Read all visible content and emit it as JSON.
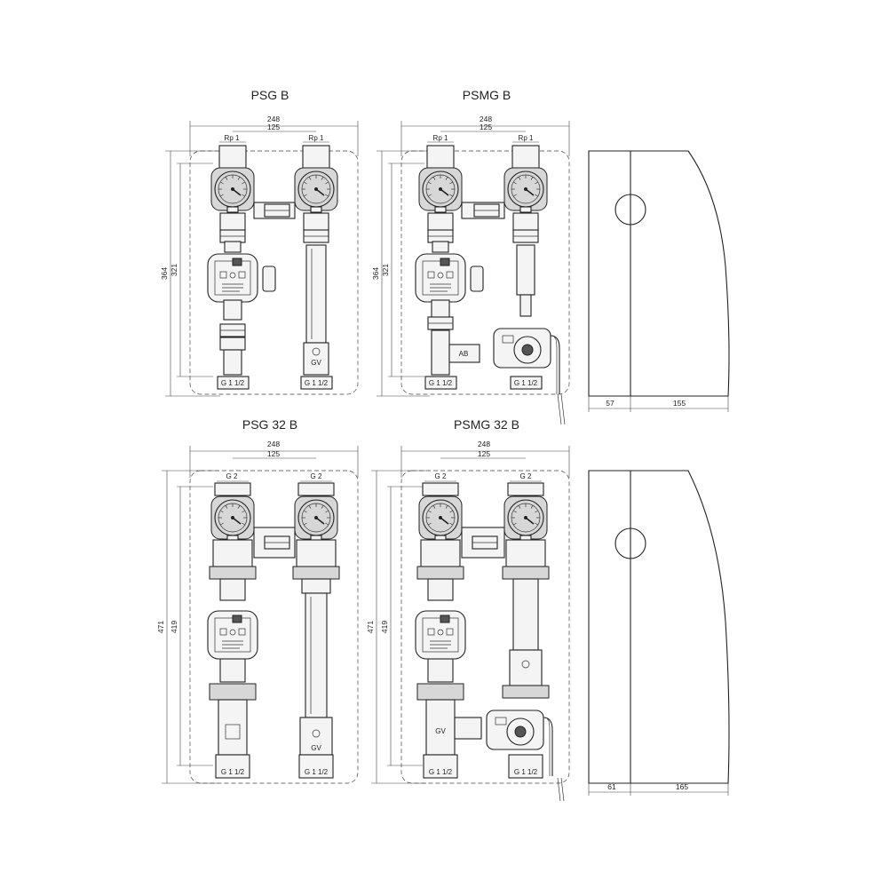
{
  "panels": [
    {
      "title": "PSG B",
      "dims": {
        "total_w": "248",
        "center_w": "125",
        "total_h": "364",
        "inner_h": "321",
        "left_conn_top": "Rp 1",
        "right_conn_top": "Rp 1",
        "left_conn_bottom": "G 1 1/2",
        "right_conn_bottom": "G 1 1/2"
      }
    },
    {
      "title": "PSMG B",
      "dims": {
        "total_w": "248",
        "center_w": "125",
        "total_h": "364",
        "inner_h": "321",
        "left_conn_top": "Rp 1",
        "right_conn_top": "Rp 1",
        "left_conn_bottom": "G 1 1/2",
        "right_conn_bottom": "G 1 1/2"
      }
    },
    {
      "title": "PSG 32 B",
      "dims": {
        "total_w": "248",
        "center_w": "125",
        "total_h": "471",
        "inner_h": "419",
        "left_conn_top": "G 2",
        "right_conn_top": "G 2",
        "left_conn_bottom": "G 1 1/2",
        "right_conn_bottom": "G 1 1/2"
      }
    },
    {
      "title": "PSMG 32 B",
      "dims": {
        "total_w": "248",
        "center_w": "125",
        "total_h": "471",
        "inner_h": "419",
        "left_conn_top": "G 2",
        "right_conn_top": "G 2",
        "left_conn_bottom": "G 1 1/2",
        "right_conn_bottom": "G 1 1/2"
      }
    }
  ],
  "insulation": [
    {
      "depth_a": "57",
      "depth_b": "155"
    },
    {
      "depth_a": "61",
      "depth_b": "165"
    }
  ],
  "valve_marks": {
    "gv": "GV",
    "ab": "AB"
  },
  "colors": {
    "line": "#222222",
    "fill_light": "#f4f4f4",
    "fill_mid": "#d7d7d7"
  }
}
